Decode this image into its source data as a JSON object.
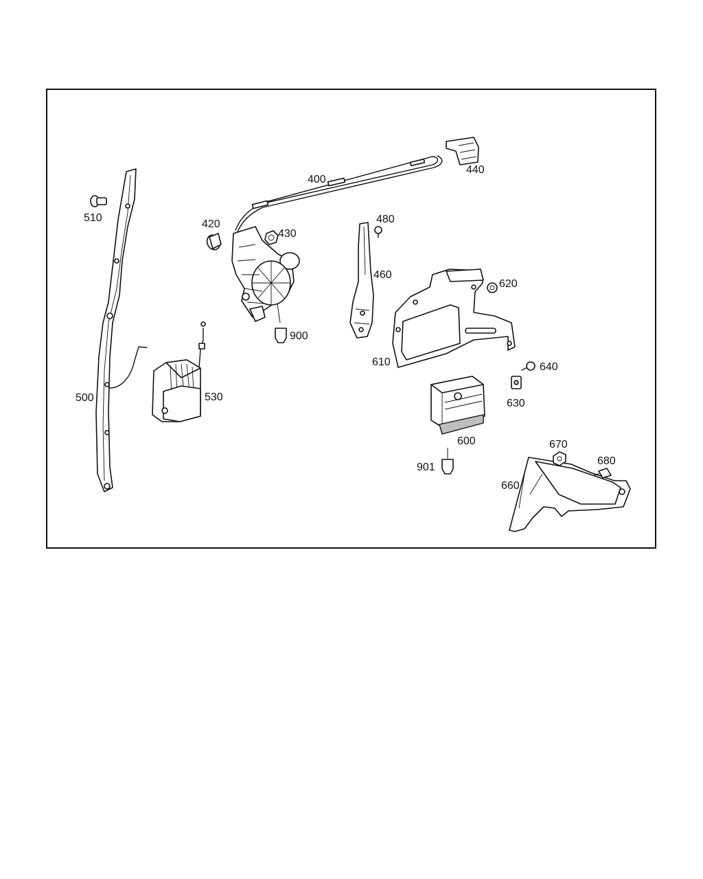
{
  "callouts": {
    "c400": "400",
    "c420": "420",
    "c430": "430",
    "c440": "440",
    "c460": "460",
    "c480": "480",
    "c500": "500",
    "c510": "510",
    "c530": "530",
    "c600": "600",
    "c610": "610",
    "c620": "620",
    "c630": "630",
    "c640": "640",
    "c660": "660",
    "c670": "670",
    "c680": "680",
    "c900": "900",
    "c901": "901"
  }
}
